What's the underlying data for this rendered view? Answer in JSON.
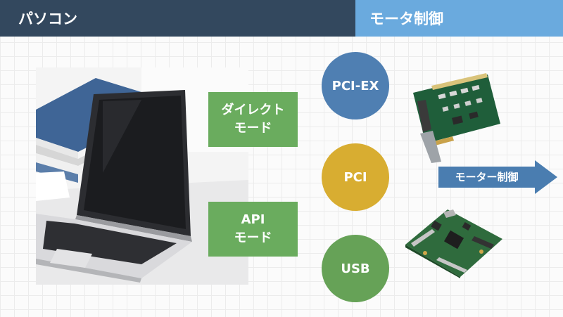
{
  "header": {
    "left_title": "パソコン",
    "right_title": "モータ制御"
  },
  "modes": [
    {
      "line1": "ダイレクト",
      "line2": "モード"
    },
    {
      "line1": "API",
      "line2": "モード"
    }
  ],
  "buses": [
    {
      "label": "PCI-EX",
      "color": "#4f7fb2"
    },
    {
      "label": "PCI",
      "color": "#d8ad31"
    },
    {
      "label": "USB",
      "color": "#66a257"
    }
  ],
  "output_arrow": {
    "label": "モーター制御",
    "color": "#4a7db0"
  },
  "colors": {
    "header_left": "#33485e",
    "header_right": "#6aaade",
    "mode_box": "#6aac5e"
  },
  "images": {
    "photo": "laptop-photo",
    "board_top": "pci-express-motion-board",
    "board_bottom": "usb-controller-board"
  }
}
